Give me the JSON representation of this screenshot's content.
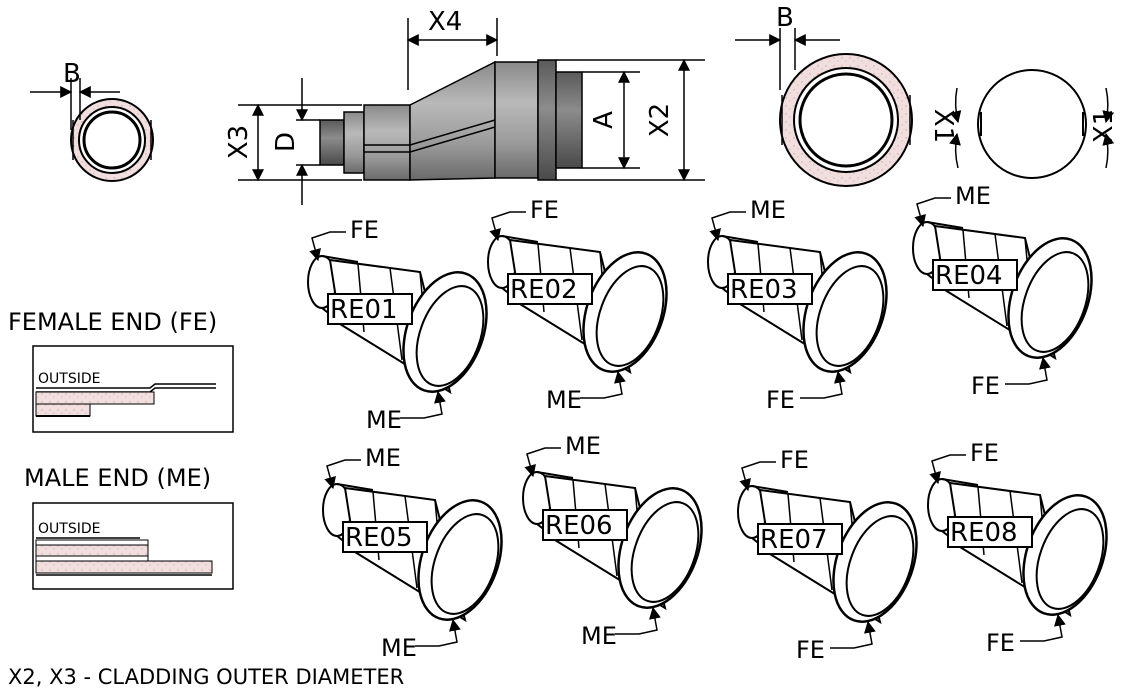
{
  "dimensions": {
    "b_left": "B",
    "x4": "X4",
    "x3": "X3",
    "d": "D",
    "a": "A",
    "x2": "X2",
    "b_right": "B",
    "x1_left": "X1",
    "x1_right": "X1"
  },
  "legend": {
    "female_heading": "FEMALE END (FE)",
    "female_outside": "OUTSIDE",
    "male_heading": "MALE END (ME)",
    "male_outside": "OUTSIDE"
  },
  "variants": [
    {
      "id": "RE01",
      "top": "FE",
      "bottom": "ME"
    },
    {
      "id": "RE02",
      "top": "FE",
      "bottom": "ME"
    },
    {
      "id": "RE03",
      "top": "ME",
      "bottom": "FE"
    },
    {
      "id": "RE04",
      "top": "ME",
      "bottom": "FE"
    },
    {
      "id": "RE05",
      "top": "ME",
      "bottom": "ME"
    },
    {
      "id": "RE06",
      "top": "ME",
      "bottom": "ME"
    },
    {
      "id": "RE07",
      "top": "FE",
      "bottom": "FE"
    },
    {
      "id": "RE08",
      "top": "FE",
      "bottom": "FE"
    }
  ],
  "footer": "X2, X3 - CLADDING OUTER DIAMETER",
  "colors": {
    "line": "#000000",
    "insulation": "#f1dede",
    "metal_dark": "#6e6e6e",
    "metal_mid": "#9a9a9a",
    "metal_light": "#c4c4c4"
  }
}
